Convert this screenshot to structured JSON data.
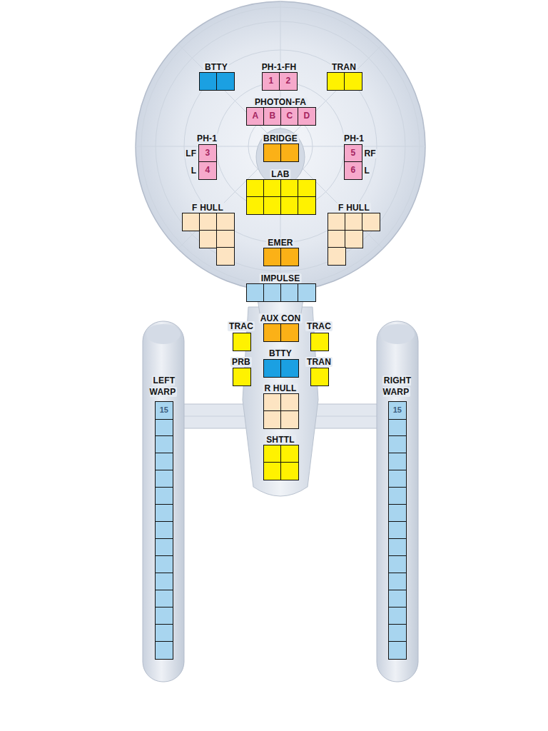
{
  "diagram": {
    "nodes": [
      {
        "text": [
          "BTTY"
        ]
      },
      {
        "text": [
          "PH-1-FH"
        ]
      },
      {
        "text": [
          "1"
        ],
        "in": 1
      },
      {
        "text": [
          "2"
        ],
        "in": 1
      },
      {
        "text": [
          "TRAN"
        ]
      },
      {
        "text": [
          "PHOTON-FA"
        ]
      },
      {
        "text": [
          "A"
        ],
        "in": 5
      },
      {
        "text": [
          "B"
        ],
        "in": 5
      },
      {
        "text": [
          "C"
        ],
        "in": 5
      },
      {
        "text": [
          "D"
        ],
        "in": 5
      },
      {
        "text": [
          "PH-1"
        ]
      },
      {
        "text": [
          "LF",
          "3"
        ],
        "in": 10
      },
      {
        "text": [
          "L",
          "4"
        ],
        "in": 10
      },
      {
        "text": [
          "BRIDGE"
        ]
      },
      {
        "text": [
          "PH-1"
        ]
      },
      {
        "text": [
          "5",
          "RF"
        ],
        "in": 14
      },
      {
        "text": [
          "6",
          "L"
        ],
        "in": 14
      },
      {
        "text": [
          "LAB"
        ]
      },
      {
        "text": [
          "F HULL"
        ]
      },
      {
        "text": [
          "F HULL"
        ]
      },
      {
        "text": [
          "EMER"
        ]
      },
      {
        "text": [
          "IMPULSE"
        ]
      },
      {
        "text": [
          "TRAC"
        ]
      },
      {
        "text": [
          "AUX CON"
        ]
      },
      {
        "text": [
          "TRAC"
        ]
      },
      {
        "text": [
          "PRB"
        ]
      },
      {
        "text": [
          "BTTY"
        ]
      },
      {
        "text": [
          "TRAN"
        ]
      },
      {
        "text": [
          "LEFT WARP"
        ]
      },
      {
        "text": [
          "15"
        ],
        "in": 28
      },
      {
        "text": [
          "R HULL"
        ]
      },
      {
        "text": [
          "RIGHT WARP"
        ]
      },
      {
        "text": [
          "15"
        ],
        "in": 31
      },
      {
        "text": [
          "SHTTL"
        ]
      }
    ]
  }
}
